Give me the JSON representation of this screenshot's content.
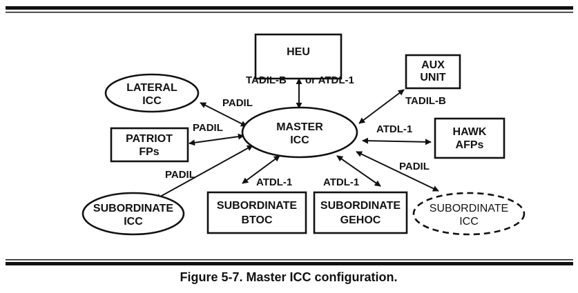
{
  "nodes": {
    "heu": {
      "lines": [
        "HEU"
      ]
    },
    "aux_unit": {
      "lines": [
        "AUX",
        "UNIT"
      ]
    },
    "lateral_icc": {
      "lines": [
        "LATERAL",
        "ICC"
      ]
    },
    "master_icc": {
      "lines": [
        "MASTER",
        "ICC"
      ]
    },
    "patriot_fps": {
      "lines": [
        "PATRIOT",
        "FPs"
      ]
    },
    "hawk_afps": {
      "lines": [
        "HAWK",
        "AFPs"
      ]
    },
    "subordinate_icc_left": {
      "lines": [
        "SUBORDINATE",
        "ICC"
      ]
    },
    "subordinate_btoc": {
      "lines": [
        "SUBORDINATE",
        "BTOC"
      ]
    },
    "subordinate_gehoc": {
      "lines": [
        "SUBORDINATE",
        "GEHOC"
      ]
    },
    "subordinate_icc_right": {
      "lines": [
        "SUBORDINATE",
        "ICC"
      ]
    }
  },
  "links": {
    "heu_tadil_b": "TADIL-B",
    "heu_or_atdl_1": "or ATDL-1",
    "aux_tadil_b": "TADIL-B",
    "lateral_padil": "PADIL",
    "patriot_padil": "PADIL",
    "hawk_atdl_1": "ATDL-1",
    "sub_left_padil": "PADIL",
    "btoc_atdl_1": "ATDL-1",
    "gehoc_atdl_1": "ATDL-1",
    "sub_right_padil": "PADIL"
  },
  "caption": "Figure 5-7.  Master ICC configuration.",
  "colors": {
    "ink": "#111111",
    "background": "#ffffff"
  }
}
